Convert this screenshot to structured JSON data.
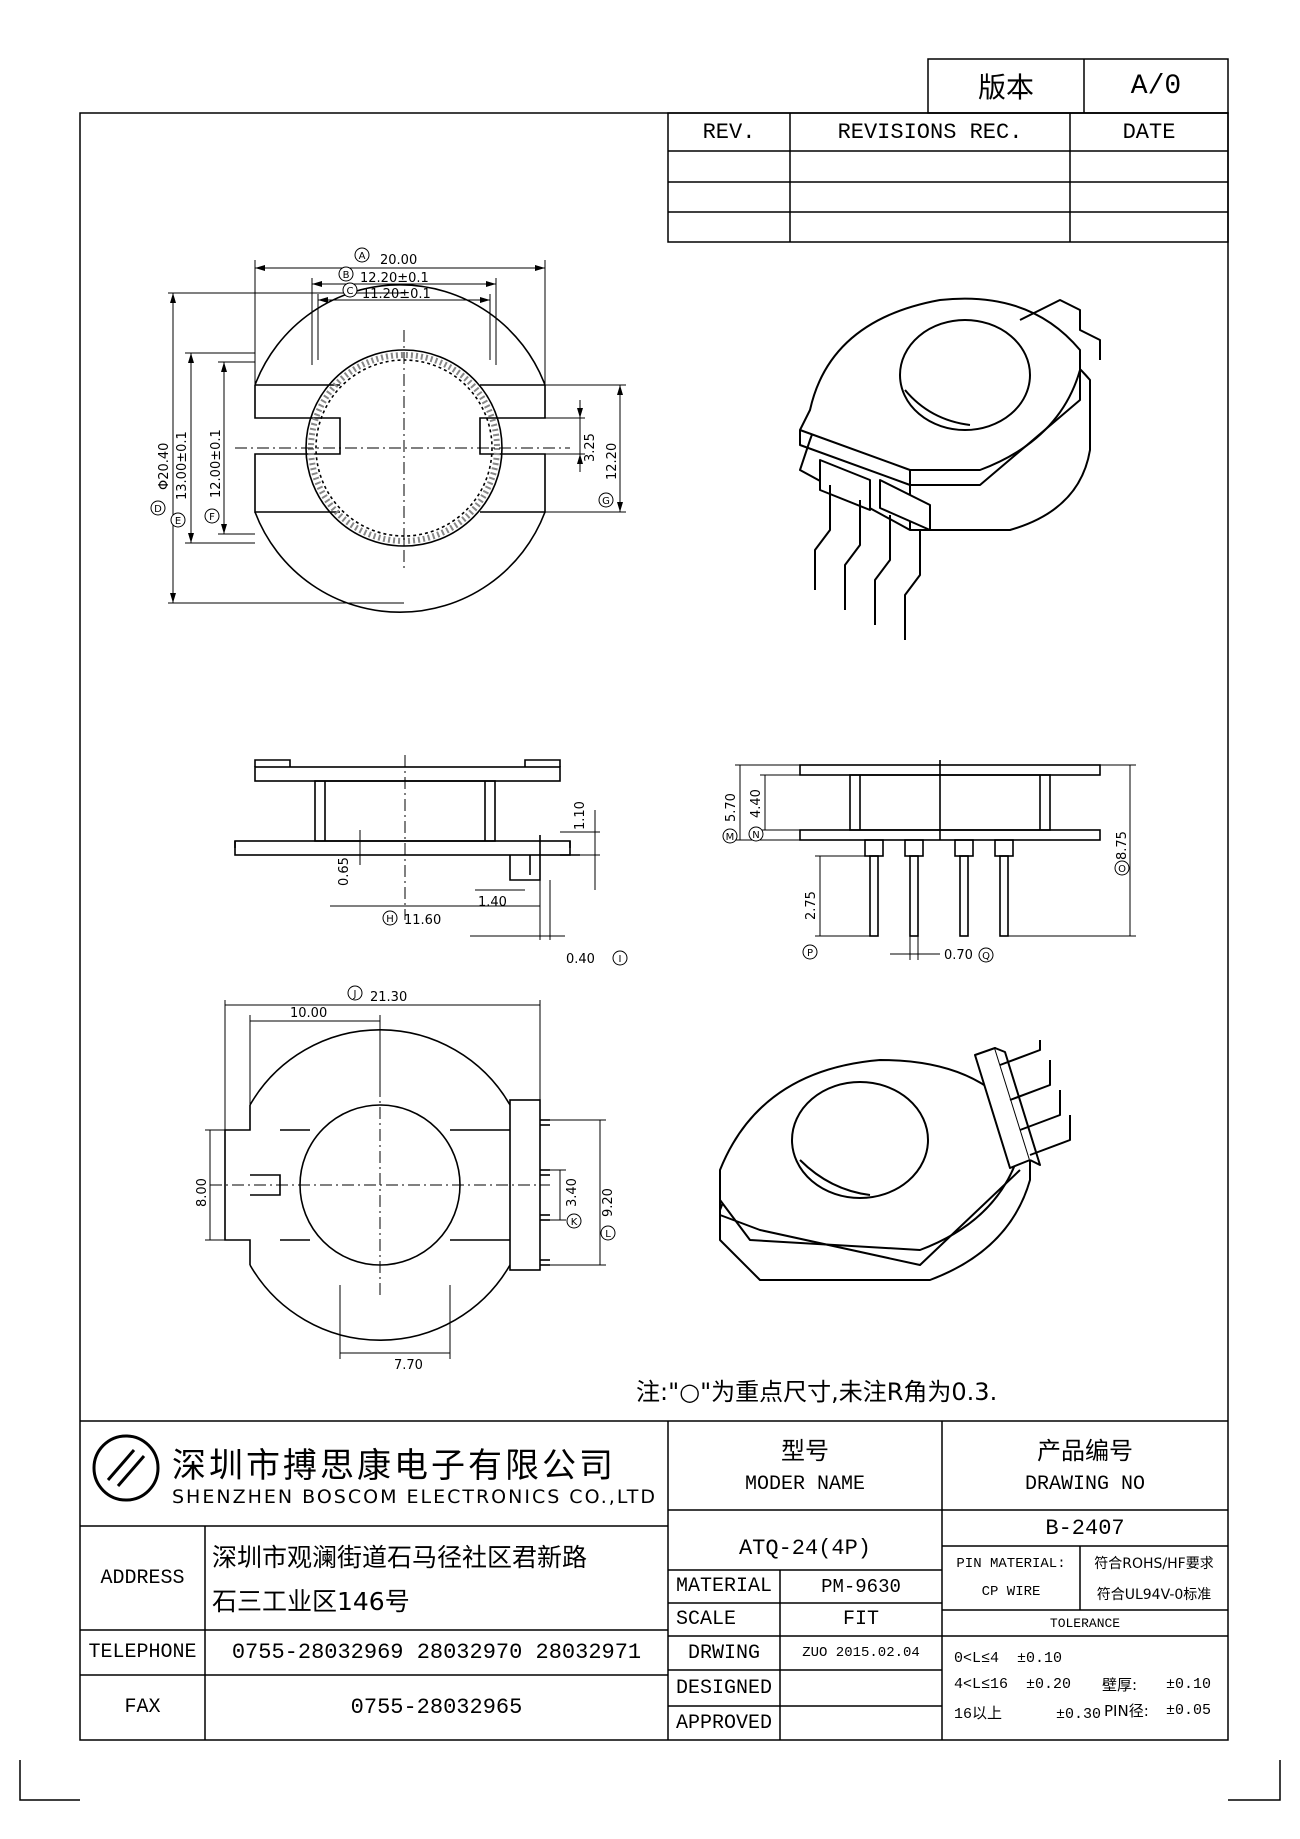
{
  "version_box": {
    "label": "版本",
    "value": "A/0"
  },
  "revisions": {
    "headers": [
      "REV.",
      "REVISIONS REC.",
      "DATE"
    ]
  },
  "dimensions": {
    "top_view": {
      "A": "20.00",
      "B": "12.20±0.1",
      "C": "11.20±0.1",
      "D": "Φ20.40",
      "E": "13.00±0.1",
      "F": "12.00±0.1",
      "slot": "3.25",
      "G": "12.20",
      "labels": {
        "A": "A",
        "B": "B",
        "C": "C",
        "D": "D",
        "E": "E",
        "F": "F",
        "G": "G"
      }
    },
    "side_view": {
      "v1": "1.10",
      "v2": "0.65",
      "v3": "1.40",
      "H": "11.60",
      "I": "0.40",
      "labels": {
        "H": "H",
        "I": "I"
      }
    },
    "front_view": {
      "M": "5.70",
      "N": "4.40",
      "O": "8.75",
      "P": "2.75",
      "Q": "0.70",
      "labels": {
        "M": "M",
        "N": "N",
        "O": "O",
        "P": "P",
        "Q": "Q"
      }
    },
    "bottom_view": {
      "J": "21.30",
      "w1": "10.00",
      "h1": "8.00",
      "K": "3.40",
      "L": "9.20",
      "w2": "7.70",
      "labels": {
        "J": "J",
        "K": "K",
        "L": "L"
      }
    }
  },
  "note": "注:\"○\"为重点尺寸,未注R角为0.3.",
  "company": {
    "name_cn": "深圳市搏思康电子有限公司",
    "name_en": "SHENZHEN BOSCOM ELECTRONICS CO.,LTD"
  },
  "title_block": {
    "model_label_cn": "型号",
    "model_label_en": "MODER NAME",
    "drawing_label_cn": "产品编号",
    "drawing_label_en": "DRAWING NO",
    "model_value": "ATQ-24(4P)",
    "drawing_value": "B-2407",
    "address_label": "ADDRESS",
    "address_line1": "深圳市观澜街道石马径社区君新路",
    "address_line2": "石三工业区146号",
    "telephone_label": "TELEPHONE",
    "telephone_value": "0755-28032969 28032970 28032971",
    "fax_label": "FAX",
    "fax_value": "0755-28032965",
    "material_label": "MATERIAL",
    "material_value": "PM-9630",
    "scale_label": "SCALE",
    "scale_value": "FIT",
    "drawing_by_label": "DRWING",
    "drawing_by_value": "ZUO 2015.02.04",
    "designed_label": "DESIGNED",
    "approved_label": "APPROVED",
    "pin_material_label": "PIN MATERIAL:",
    "pin_material_value": "CP WIRE",
    "rohs": "符合ROHS/HF要求",
    "ul": "符合UL94V-0标准",
    "tolerance_label": "TOLERANCE",
    "tol1": "0<L≤4  ±0.10",
    "tol2": "4<L≤16  ±0.20",
    "tol3": "16以上      ±0.30",
    "wall_label": "壁厚:",
    "wall_value": "±0.10",
    "pin_dia_label": "PIN径:",
    "pin_dia_value": "±0.05"
  }
}
